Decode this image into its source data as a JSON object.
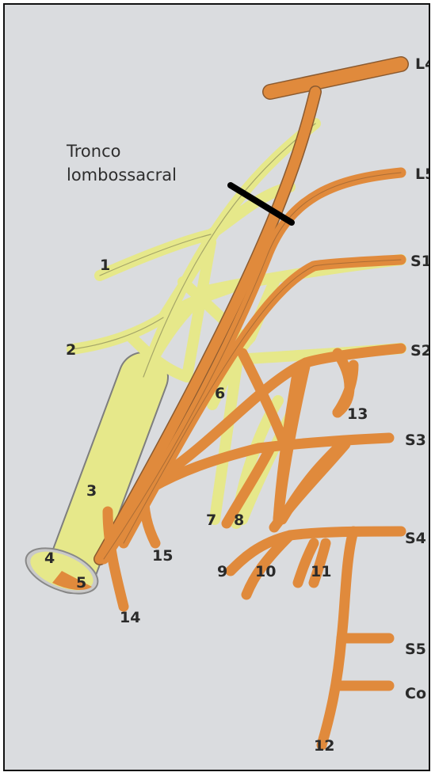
{
  "title_lines": [
    "Tronco",
    "lombossacral"
  ],
  "roots": [
    "L4",
    "L5",
    "S1",
    "S2",
    "S3",
    "S4",
    "S5",
    "Co"
  ],
  "numbers": [
    "1",
    "2",
    "3",
    "4",
    "5",
    "6",
    "7",
    "8",
    "9",
    "10",
    "11",
    "12",
    "13",
    "14",
    "15"
  ],
  "colors": {
    "nerve_orange": "#e08a3c",
    "nerve_yellow": "#e6e88a",
    "outline": "#7a7a7a",
    "background": "#dadcdf",
    "cut_mark": "#000000"
  }
}
